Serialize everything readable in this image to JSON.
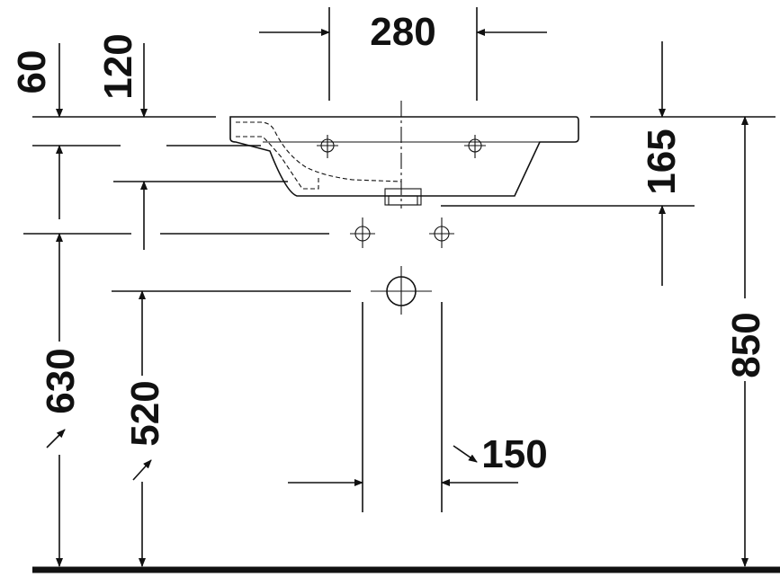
{
  "dimensions": {
    "d280": "280",
    "d60": "60",
    "d120": "120",
    "d165": "165",
    "d850": "850",
    "d630": "630",
    "d520": "520",
    "d150": "150"
  }
}
